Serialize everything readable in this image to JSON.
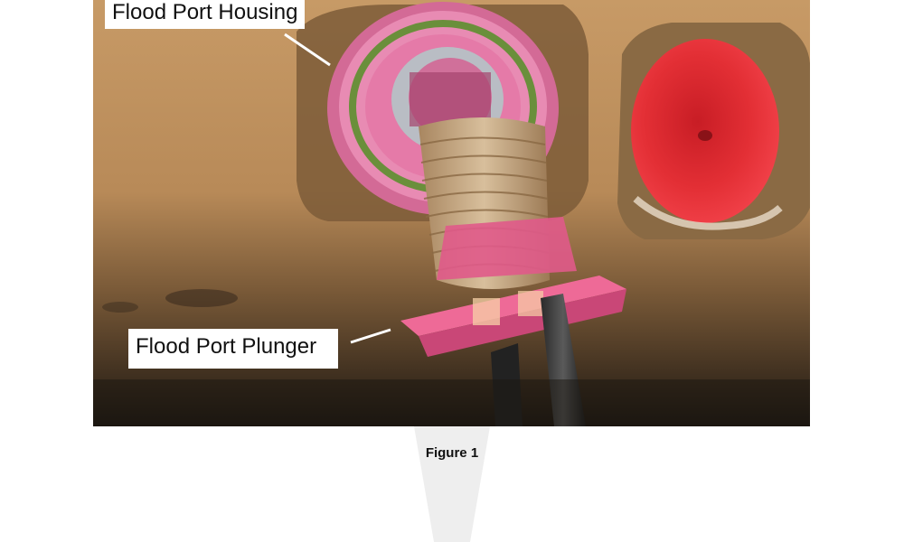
{
  "figure": {
    "callouts": {
      "housing": "Flood Port Housing",
      "plunger": "Flood Port Plunger"
    },
    "caption": "Figure 1"
  },
  "colors": {
    "skin": "#c19462",
    "housing_pink": "#e77aa6",
    "plunger_pink": "#ee5a8c",
    "seal_green": "#6a8f3b",
    "red_plug": "#e3262d",
    "cork": "#c8a983",
    "shadow": "#201a14"
  }
}
